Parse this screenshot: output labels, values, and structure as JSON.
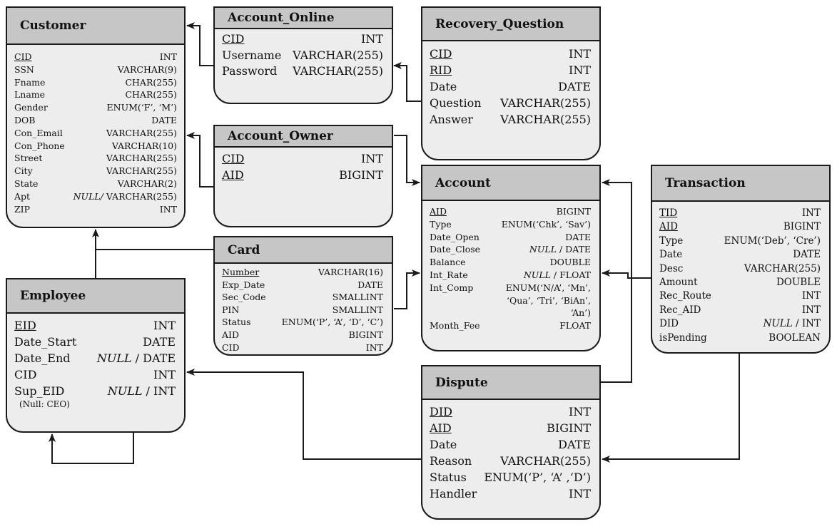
{
  "tables": {
    "customer": {
      "title": "Customer",
      "fields": [
        {
          "name": "CID",
          "type": "INT",
          "key": true
        },
        {
          "name": "SSN",
          "type": "VARCHAR(9)"
        },
        {
          "name": "Fname",
          "type": "CHAR(255)"
        },
        {
          "name": "Lname",
          "type": "CHAR(255)"
        },
        {
          "name": "Gender",
          "type": "ENUM(‘F’, ‘M’)"
        },
        {
          "name": "DOB",
          "type": "DATE"
        },
        {
          "name": "Con_Email",
          "type": "VARCHAR(255)"
        },
        {
          "name": "Con_Phone",
          "type": "VARCHAR(10)"
        },
        {
          "name": "Street",
          "type": "VARCHAR(255)"
        },
        {
          "name": "City",
          "type": "VARCHAR(255)"
        },
        {
          "name": "State",
          "type": "VARCHAR(2)"
        },
        {
          "name": "Apt",
          "type": "VARCHAR(255)",
          "type_prefix": "NULL/ "
        },
        {
          "name": "ZIP",
          "type": "INT"
        }
      ]
    },
    "account_online": {
      "title": "Account_Online",
      "fields": [
        {
          "name": "CID",
          "type": "INT",
          "key": true
        },
        {
          "name": "Username",
          "type": "VARCHAR(255)"
        },
        {
          "name": "Password",
          "type": "VARCHAR(255)"
        }
      ]
    },
    "recovery_question": {
      "title": "Recovery_Question",
      "fields": [
        {
          "name": "CID",
          "type": "INT",
          "key": true
        },
        {
          "name": "RID",
          "type": "INT",
          "key": true
        },
        {
          "name": "Date",
          "type": "DATE"
        },
        {
          "name": "Question",
          "type": "VARCHAR(255)"
        },
        {
          "name": "Answer",
          "type": "VARCHAR(255)"
        }
      ]
    },
    "account_owner": {
      "title": "Account_Owner",
      "fields": [
        {
          "name": "CID",
          "type": "INT",
          "key": true
        },
        {
          "name": "AID",
          "type": "BIGINT",
          "key": true
        }
      ]
    },
    "account": {
      "title": "Account",
      "fields": [
        {
          "name": "AID",
          "type": "BIGINT",
          "key": true
        },
        {
          "name": "Type",
          "type": "ENUM(‘Chk’, ‘Sav’)"
        },
        {
          "name": "Date_Open",
          "type": "DATE"
        },
        {
          "name": "Date_Close",
          "type": "/ DATE",
          "type_prefix": "NULL "
        },
        {
          "name": "Balance",
          "type": "DOUBLE"
        },
        {
          "name": "Int_Rate",
          "type": "/ FLOAT",
          "type_prefix": "NULL "
        },
        {
          "name": "Int_Comp",
          "type": "ENUM(‘N/A’, ‘Mn’,",
          "cont": [
            "‘Qua’, ‘Tri’, ‘BiAn’,",
            "‘An’)"
          ]
        },
        {
          "name": "Month_Fee",
          "type": "FLOAT"
        }
      ]
    },
    "transaction": {
      "title": "Transaction",
      "fields": [
        {
          "name": "TID",
          "type": "INT",
          "key": true
        },
        {
          "name": "AID",
          "type": "BIGINT",
          "key": true
        },
        {
          "name": "Type",
          "type": "ENUM(‘Deb’, ‘Cre’)"
        },
        {
          "name": "Date",
          "type": "DATE"
        },
        {
          "name": "Desc",
          "type": "VARCHAR(255)"
        },
        {
          "name": "Amount",
          "type": "DOUBLE"
        },
        {
          "name": "Rec_Route",
          "type": "INT"
        },
        {
          "name": "Rec_AID",
          "type": "INT"
        },
        {
          "name": "DID",
          "type": "/ INT",
          "type_prefix": "NULL "
        },
        {
          "name": "isPending",
          "type": "BOOLEAN"
        }
      ]
    },
    "card": {
      "title": "Card",
      "fields": [
        {
          "name": "Number",
          "type": "VARCHAR(16)",
          "key": true
        },
        {
          "name": "Exp_Date",
          "type": "DATE"
        },
        {
          "name": "Sec_Code",
          "type": "SMALLINT"
        },
        {
          "name": "PIN",
          "type": "SMALLINT"
        },
        {
          "name": "Status",
          "type": "ENUM(‘P’, ‘A’, ‘D’, ‘C’)"
        },
        {
          "name": "AID",
          "type": "BIGINT"
        },
        {
          "name": "CID",
          "type": "INT"
        }
      ]
    },
    "employee": {
      "title": "Employee",
      "fields": [
        {
          "name": "EID",
          "type": "INT",
          "key": true
        },
        {
          "name": "Date_Start",
          "type": "DATE"
        },
        {
          "name": "Date_End",
          "type": "/ DATE",
          "type_prefix": "NULL "
        },
        {
          "name": "CID",
          "type": "INT"
        },
        {
          "name": "Sup_EID",
          "type": "/ INT",
          "type_prefix": "NULL "
        }
      ],
      "note": "(Null: CEO)"
    },
    "dispute": {
      "title": "Dispute",
      "fields": [
        {
          "name": "DID",
          "type": "INT",
          "key": true
        },
        {
          "name": "AID",
          "type": "BIGINT",
          "key": true
        },
        {
          "name": "Date",
          "type": "DATE"
        },
        {
          "name": "Reason",
          "type": "VARCHAR(255)"
        },
        {
          "name": "Status",
          "type": "ENUM(‘P’, ‘A’ ,‘D’)"
        },
        {
          "name": "Handler",
          "type": "INT"
        }
      ]
    }
  },
  "colors": {
    "header_bg": "#c6c6c6",
    "body_bg": "#ededed",
    "border": "#1a1a1a"
  }
}
